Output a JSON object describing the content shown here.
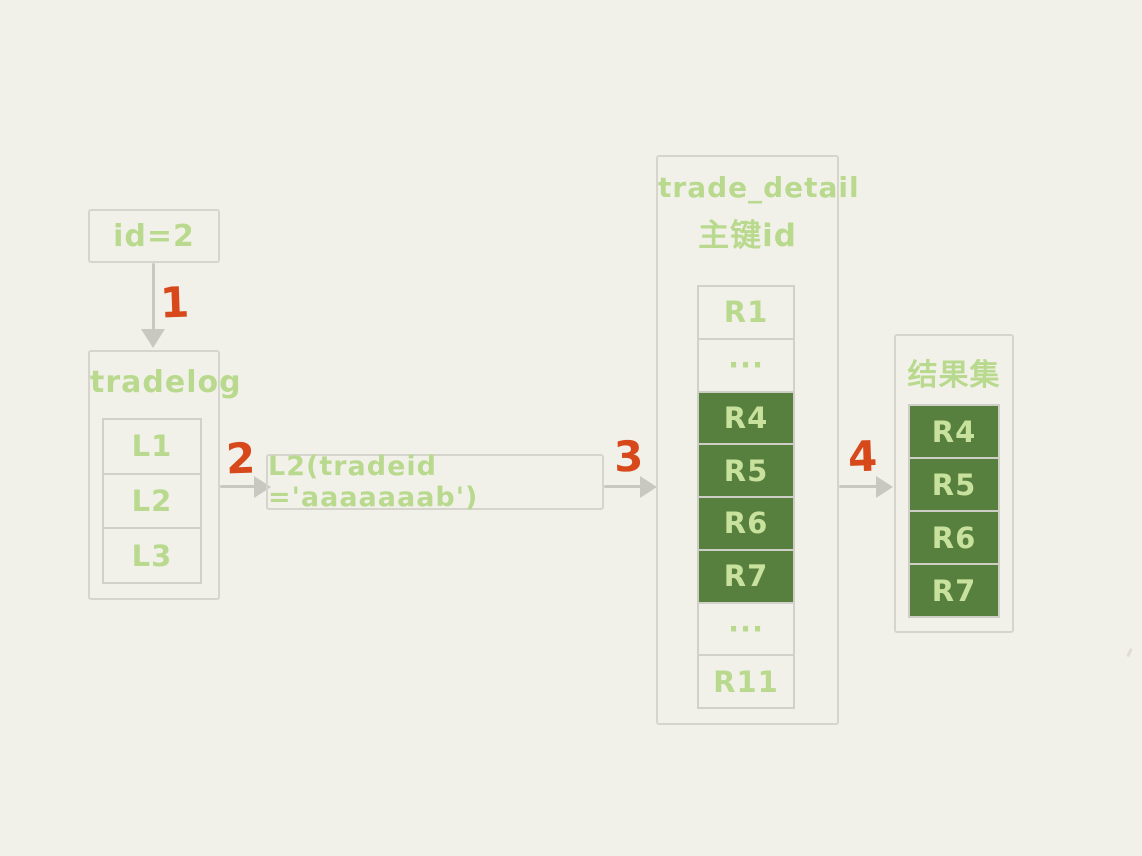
{
  "palette": {
    "background": "#f2f1e9",
    "box_border": "#d6d5cd",
    "arrow_gray": "#c9c8c0",
    "green_text": "#b9da8e",
    "green_text_on_dark": "#c8e29e",
    "dark_green_fill": "#57803e",
    "step_orange": "#d7491b"
  },
  "id_box": {
    "label": "id=2"
  },
  "arrows": [
    {
      "label": "1",
      "direction": "down"
    },
    {
      "label": "2",
      "direction": "right"
    },
    {
      "label": "3",
      "direction": "right"
    },
    {
      "label": "4",
      "direction": "right"
    }
  ],
  "tradelog": {
    "title": "tradelog",
    "rows": [
      "L1",
      "L2",
      "L3"
    ]
  },
  "query_box": {
    "label": "L2(tradeid ='aaaaaaab')"
  },
  "trade_detail": {
    "title": "trade_detail",
    "subtitle": "主键id",
    "rows": [
      {
        "label": "R1",
        "highlight": false
      },
      {
        "label": "···",
        "highlight": false
      },
      {
        "label": "R4",
        "highlight": true
      },
      {
        "label": "R5",
        "highlight": true
      },
      {
        "label": "R6",
        "highlight": true
      },
      {
        "label": "R7",
        "highlight": true
      },
      {
        "label": "···",
        "highlight": false
      },
      {
        "label": "R11",
        "highlight": false
      }
    ]
  },
  "result_set": {
    "title": "结果集",
    "rows": [
      "R4",
      "R5",
      "R6",
      "R7"
    ]
  }
}
